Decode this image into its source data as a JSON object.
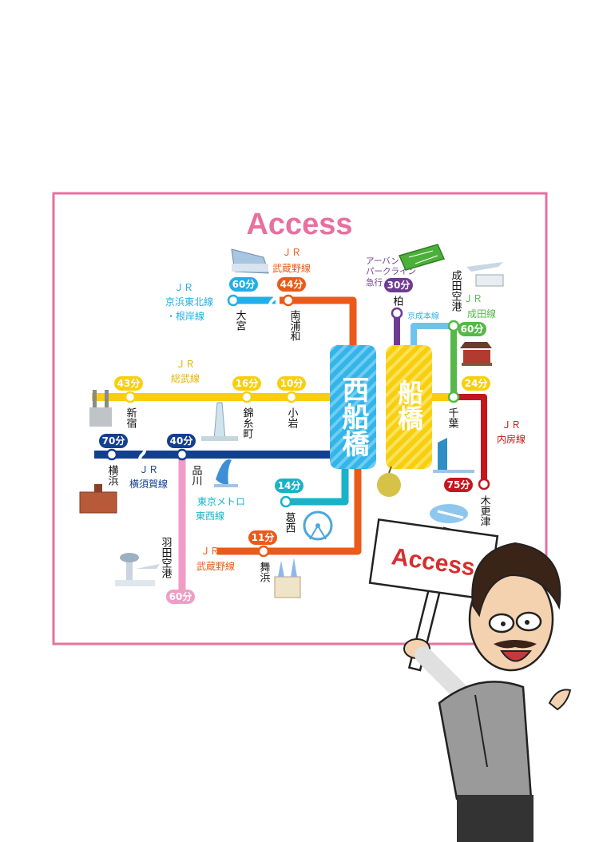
{
  "title": "Access",
  "sign_text": "Access",
  "colors": {
    "frame": "#e7709f",
    "title": "#e7709f",
    "nishi_box": "#33b5e8",
    "funa_box": "#f8cf0e",
    "sobu": "#f8cf0e",
    "musashino": "#ea5a1a",
    "keihin": "#22aee6",
    "yokosuka": "#133f8f",
    "haneda": "#f09cc6",
    "tozai": "#19b3c8",
    "keisei": "#6ec3ec",
    "narita": "#55b848",
    "uchibo": "#c4161c",
    "parkline": "#6e3b93"
  },
  "hubs": {
    "nishi_funabashi": "西船橋",
    "funabashi": "船橋"
  },
  "lines": {
    "musashino_top": {
      "jr": "ＪＲ",
      "name": "武蔵野線",
      "time": "44分"
    },
    "keihin": {
      "jr": "ＪＲ",
      "name1": "京浜東北線",
      "name2": "・根岸線",
      "time": "60分"
    },
    "sobu": {
      "jr": "ＪＲ",
      "name": "総武線",
      "time_shinjuku": "43分",
      "time_kinshicho": "16分",
      "time_koiwa": "10分"
    },
    "yokosuka": {
      "jr": "ＪＲ",
      "name": "横須賀線",
      "time_yokohama": "70分",
      "time_shinagawa": "40分"
    },
    "tozai": {
      "name1": "東京メトロ",
      "name2": "東西線",
      "time": "14分"
    },
    "musashino_bottom": {
      "jr": "ＪＲ",
      "name": "武蔵野線",
      "time": "11分"
    },
    "haneda": {
      "time": "60分"
    },
    "parkline": {
      "name1": "アーバン",
      "name2": "パークライン",
      "name3": "急行",
      "time": "30分"
    },
    "keisei": {
      "name": "京成本線"
    },
    "narita": {
      "jr": "ＪＲ",
      "name": "成田線",
      "time": "60分"
    },
    "uchibo": {
      "jr": "ＪＲ",
      "name": "内房線",
      "time_chiba": "24分",
      "time_kisarazu": "75分"
    }
  },
  "stations": {
    "omiya": "大宮",
    "minamiurawa": "南浦和",
    "kashiwa": "柏",
    "narita_airport": "成田空港",
    "shinjuku": "新宿",
    "kinshicho": "錦糸町",
    "koiwa": "小岩",
    "chiba": "千葉",
    "yokohama": "横浜",
    "shinagawa": "品川",
    "kasai": "葛西",
    "maihama": "舞浜",
    "haneda_airport": "羽田空港",
    "kisarazu": "木更津"
  },
  "icons": [
    "saitama-arena-icon",
    "stadium-icon",
    "airplane-icon",
    "temple-icon",
    "tokyo-tower-icon",
    "skytree-icon",
    "dolphin-icon",
    "red-brick-building-icon",
    "ferris-wheel-icon",
    "castle-icon",
    "control-tower-icon",
    "pear-icon",
    "port-tower-icon",
    "aqualine-icon",
    "man-holding-sign"
  ]
}
